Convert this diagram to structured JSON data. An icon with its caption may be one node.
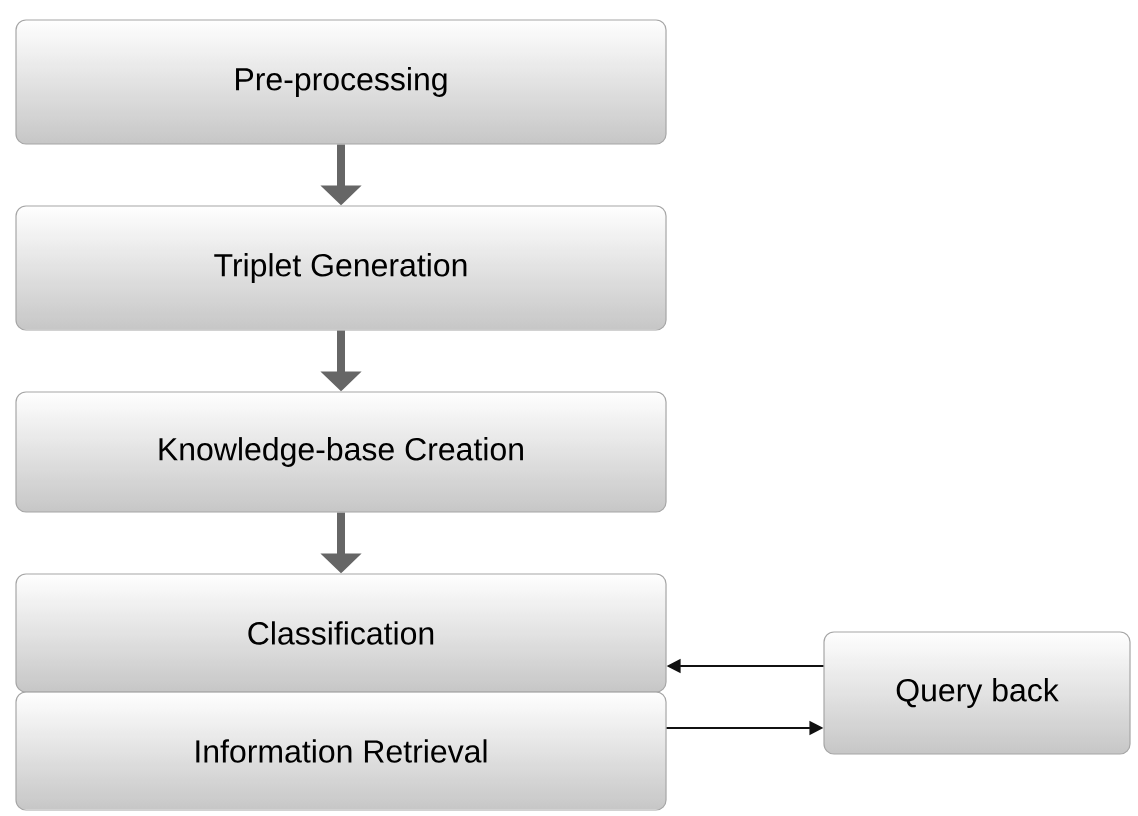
{
  "diagram": {
    "nodes": [
      {
        "text": [
          "Pre-processing"
        ]
      },
      {
        "text": [
          "Triplet Generation"
        ]
      },
      {
        "text": [
          "Knowledge-base Creation"
        ]
      },
      {
        "text": [
          "Classification"
        ]
      },
      {
        "text": [
          "Information Retrieval"
        ]
      },
      {
        "text": [
          "Query back"
        ]
      }
    ],
    "edges": [
      {
        "from": 0,
        "to": 1,
        "arrow": "to"
      },
      {
        "from": 1,
        "to": 2,
        "arrow": "to"
      },
      {
        "from": 2,
        "to": 3,
        "arrow": "to"
      },
      {
        "from": 5,
        "to": 3,
        "arrow": "to",
        "color": "#111111"
      },
      {
        "from": 4,
        "to": 5,
        "arrow": "to",
        "color": "#111111"
      }
    ]
  }
}
